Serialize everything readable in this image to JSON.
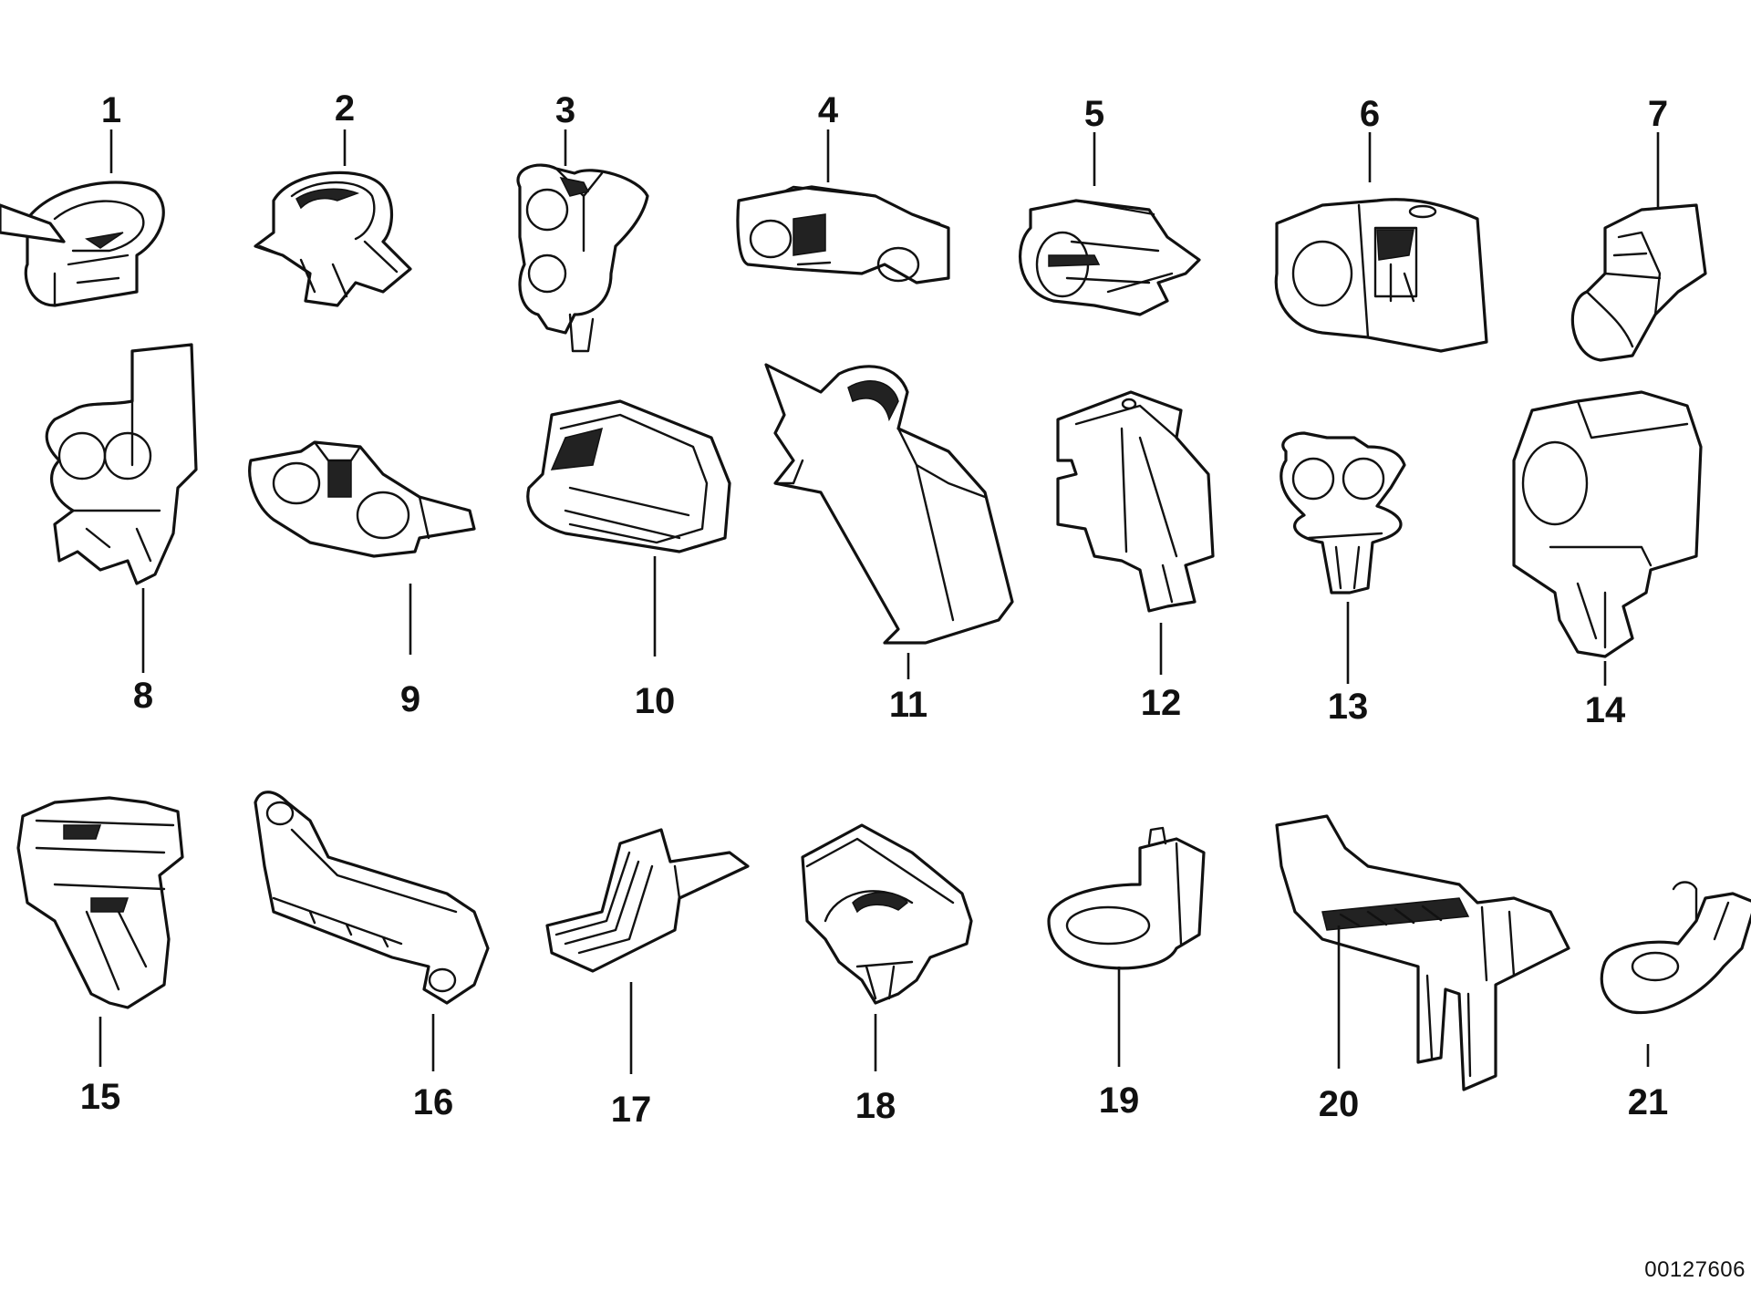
{
  "callouts": [
    "1",
    "2",
    "3",
    "4",
    "5",
    "6",
    "7",
    "8",
    "9",
    "10",
    "11",
    "12",
    "13",
    "14",
    "15",
    "16",
    "17",
    "18",
    "19",
    "20",
    "21"
  ],
  "parts": [
    {
      "callout": "1",
      "icon": "cable-clip-icon"
    },
    {
      "callout": "2",
      "icon": "cable-clip-icon"
    },
    {
      "callout": "3",
      "icon": "double-clip-with-push-pin-icon"
    },
    {
      "callout": "4",
      "icon": "cable-holder-icon"
    },
    {
      "callout": "5",
      "icon": "cable-holder-icon"
    },
    {
      "callout": "6",
      "icon": "cable-holder-icon"
    },
    {
      "callout": "7",
      "icon": "edge-clip-icon"
    },
    {
      "callout": "8",
      "icon": "double-clip-icon"
    },
    {
      "callout": "9",
      "icon": "double-clip-icon"
    },
    {
      "callout": "10",
      "icon": "cable-channel-icon"
    },
    {
      "callout": "11",
      "icon": "cable-bracket-icon"
    },
    {
      "callout": "12",
      "icon": "bracket-clip-icon"
    },
    {
      "callout": "13",
      "icon": "double-clip-with-push-pin-icon"
    },
    {
      "callout": "14",
      "icon": "holder-with-expanding-rivet-icon"
    },
    {
      "callout": "15",
      "icon": "multi-clip-icon"
    },
    {
      "callout": "16",
      "icon": "cable-strip-holder-icon"
    },
    {
      "callout": "17",
      "icon": "cable-channel-icon"
    },
    {
      "callout": "18",
      "icon": "holder-with-expanding-rivet-icon"
    },
    {
      "callout": "19",
      "icon": "ring-holder-icon"
    },
    {
      "callout": "20",
      "icon": "multi-bracket-icon"
    },
    {
      "callout": "21",
      "icon": "ground-terminal-icon"
    }
  ],
  "reference_code": "00127606",
  "colors": {
    "ink": "#111111",
    "paper": "#ffffff"
  }
}
